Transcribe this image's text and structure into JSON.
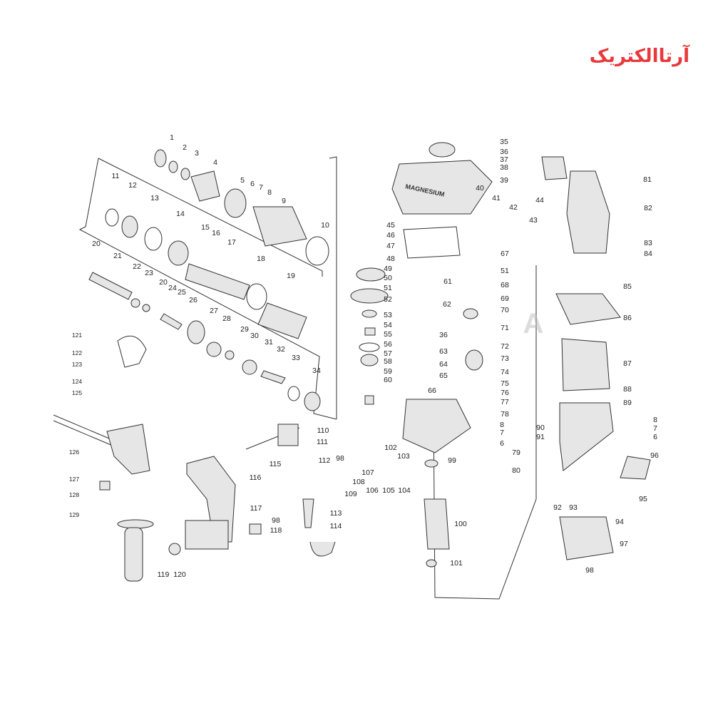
{
  "logo": {
    "text": "آرتاالکتریک",
    "color": "#e8393c"
  },
  "watermark": {
    "letter": "A"
  },
  "housing_text": "MAGNESIUM",
  "parts": [
    "1",
    "2",
    "3",
    "4",
    "5",
    "6",
    "7",
    "8",
    "9",
    "10",
    "11",
    "12",
    "13",
    "14",
    "15",
    "16",
    "17",
    "18",
    "19",
    "20",
    "21",
    "22",
    "23",
    "20",
    "24",
    "25",
    "26",
    "27",
    "28",
    "29",
    "30",
    "31",
    "32",
    "33",
    "34",
    "121",
    "122",
    "123",
    "124",
    "125",
    "126",
    "127",
    "128",
    "129",
    "110",
    "111",
    "112",
    "98",
    "115",
    "107",
    "108",
    "109",
    "106",
    "105",
    "104",
    "103",
    "102",
    "116",
    "117",
    "98",
    "118",
    "113",
    "114",
    "119",
    "120",
    "35",
    "36",
    "37",
    "38",
    "39",
    "40",
    "41",
    "42",
    "43",
    "44",
    "81",
    "82",
    "83",
    "84",
    "45",
    "46",
    "47",
    "48",
    "49",
    "50",
    "51",
    "52",
    "53",
    "54",
    "55",
    "56",
    "57",
    "58",
    "59",
    "60",
    "61",
    "62",
    "36",
    "63",
    "64",
    "65",
    "66",
    "67",
    "51",
    "68",
    "69",
    "70",
    "71",
    "72",
    "73",
    "74",
    "75",
    "76",
    "77",
    "78",
    "8",
    "7",
    "6",
    "79",
    "80",
    "99",
    "100",
    "101",
    "85",
    "86",
    "87",
    "88",
    "89",
    "90",
    "91",
    "92",
    "93",
    "94",
    "95",
    "96",
    "97",
    "98",
    "8",
    "7",
    "6"
  ]
}
